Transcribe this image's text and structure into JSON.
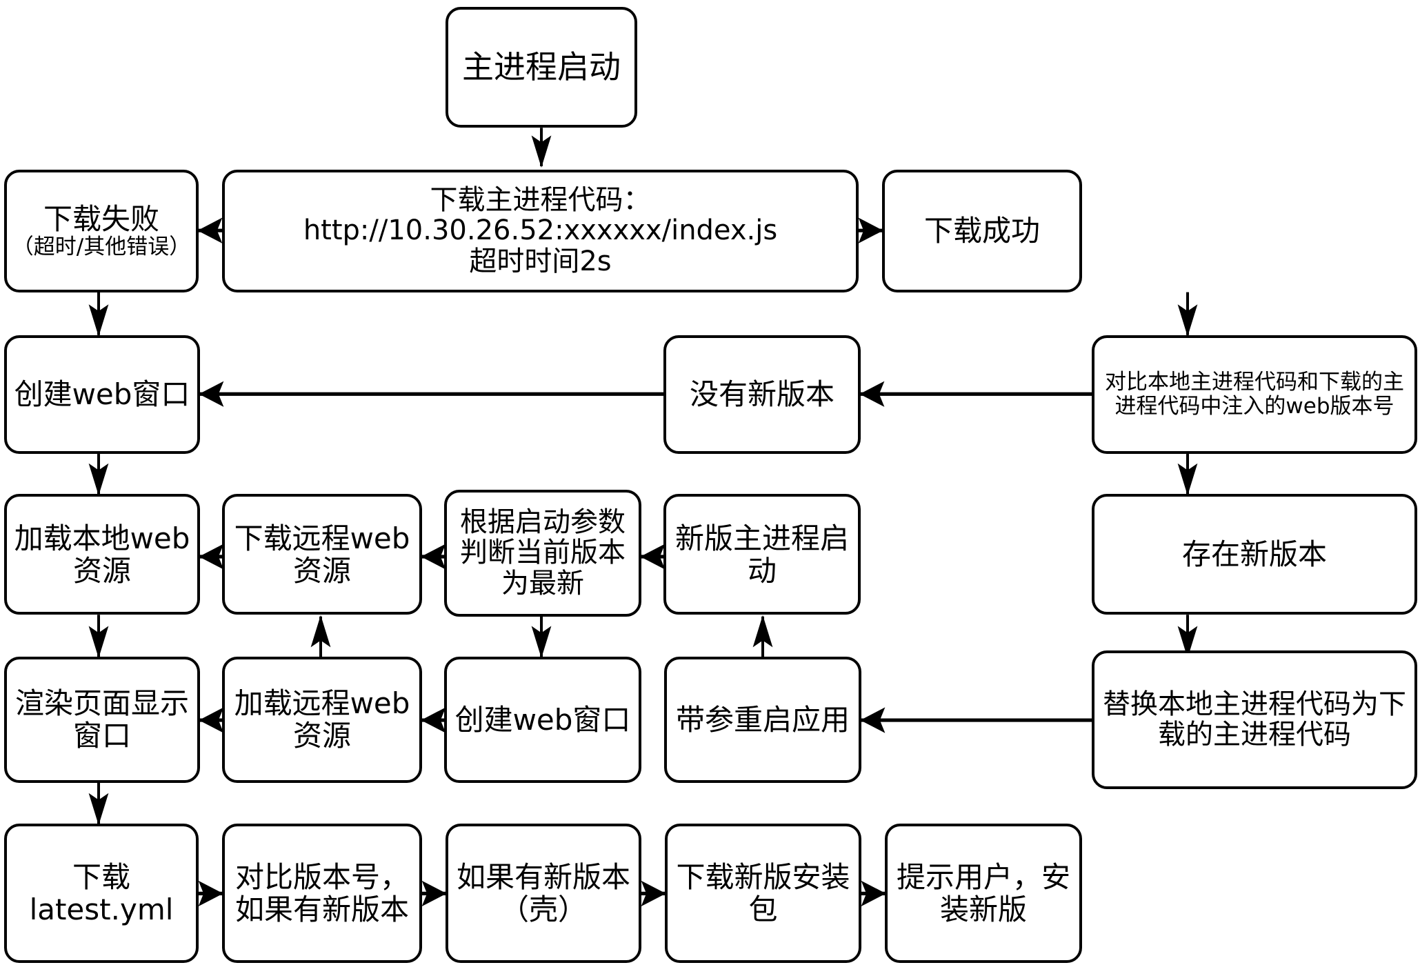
{
  "diagram": {
    "title": "Electron 主进程启动与热更新流程图",
    "stroke_color": "#000000",
    "fill_color": "#ffffff",
    "nodes": {
      "main_process_start": "主进程启动",
      "download_main_code_line1": "下载主进程代码：http://10.30.26.52:xxxxxx/index.js",
      "download_main_code_line2": "超时时间2s",
      "download_fail_title": "下载失败",
      "download_fail_sub": "（超时/其他错误）",
      "download_success": "下载成功",
      "create_web_window_left": "创建web窗口",
      "no_new_version": "没有新版本",
      "compare_versions": "对比本地主进程代码和下载的主进程代码中注入的web版本号",
      "load_local_web": "加载本地web资源",
      "download_remote_web": "下载远程web资源",
      "judge_current_latest": "根据启动参数判断当前版本为最新",
      "new_main_process_start": "新版主进程启动",
      "has_new_version": "存在新版本",
      "render_page_window": "渲染页面显示窗口",
      "load_remote_web": "加载远程web资源",
      "create_web_window_mid": "创建web窗口",
      "restart_with_args": "带参重启应用",
      "replace_local_code": "替换本地主进程代码为下载的主进程代码",
      "download_latest_yml": "下载latest.yml",
      "compare_version_no": "对比版本号，如果有新版本",
      "if_new_version_shell": "如果有新版本（壳）",
      "download_new_installer": "下载新版安装包",
      "prompt_user_install": "提示用户，安装新版"
    }
  }
}
